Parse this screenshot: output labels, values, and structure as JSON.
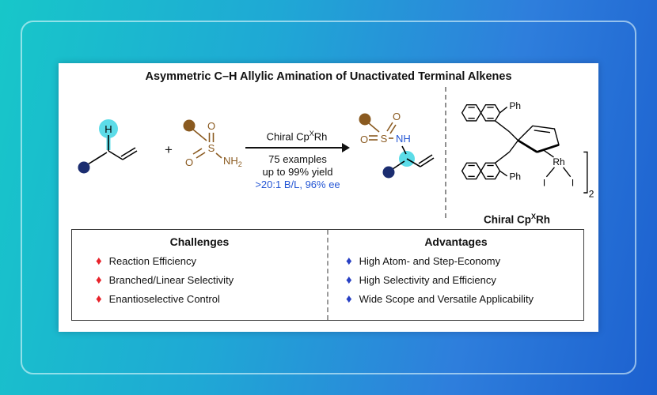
{
  "title": "Asymmetric C–H Allylic Amination of Unactivated Terminal Alkenes",
  "scheme": {
    "plus": "+",
    "arrow": {
      "catalyst_prefix": "Chiral Cp",
      "catalyst_sup": "X",
      "catalyst_suffix": "Rh",
      "detail_line1": "75 examples",
      "detail_line2": "up to 99% yield",
      "detail_line3": ">20:1 B/L, 96% ee"
    },
    "atoms": {
      "H": "H",
      "S": "S",
      "O": "O",
      "NH": "NH",
      "sub2": "2",
      "Ph": "Ph",
      "Rh": "Rh",
      "I": "I",
      "dimer_sub": "2"
    },
    "catalyst_caption": {
      "prefix": "Chiral Cp",
      "sup": "X",
      "suffix": "Rh"
    }
  },
  "summary": {
    "challenges": {
      "header": "Challenges",
      "items": [
        "Reaction Efficiency",
        "Branched/Linear Selectivity",
        "Enantioselective Control"
      ]
    },
    "advantages": {
      "header": "Advantages",
      "items": [
        "High Atom- and Step-Economy",
        "High Selectivity and Efficiency",
        "Wide Scope and Versatile Applicability"
      ]
    }
  },
  "icons": {
    "diamond": "♦"
  },
  "colors": {
    "highlight_cyan": "#5cdce8",
    "navy_dot": "#1b2d70",
    "brown": "#8a5a20",
    "blue_text": "#2456d4",
    "red_diamond": "#e8232b",
    "blue_diamond": "#2840c4"
  }
}
